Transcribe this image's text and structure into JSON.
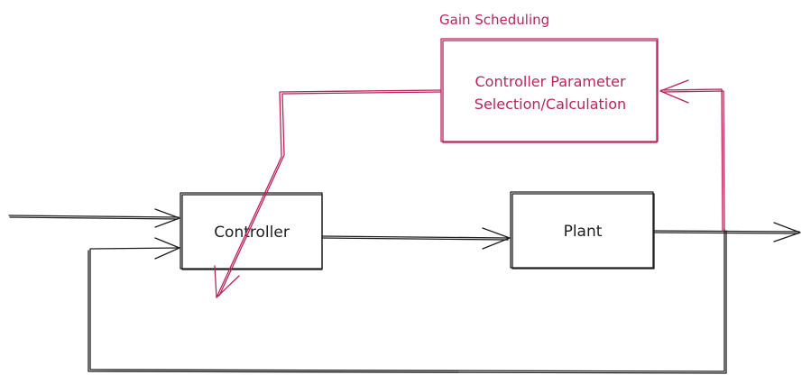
{
  "diagram": {
    "gain_scheduling_label": "Gain Scheduling",
    "param_box_line1": "Controller Parameter",
    "param_box_line2": "Selection/Calculation",
    "controller_label": "Controller",
    "plant_label": "Plant"
  },
  "colors": {
    "ink": "#1e1e1e",
    "accent": "#b8255a",
    "background": "#ffffff"
  }
}
